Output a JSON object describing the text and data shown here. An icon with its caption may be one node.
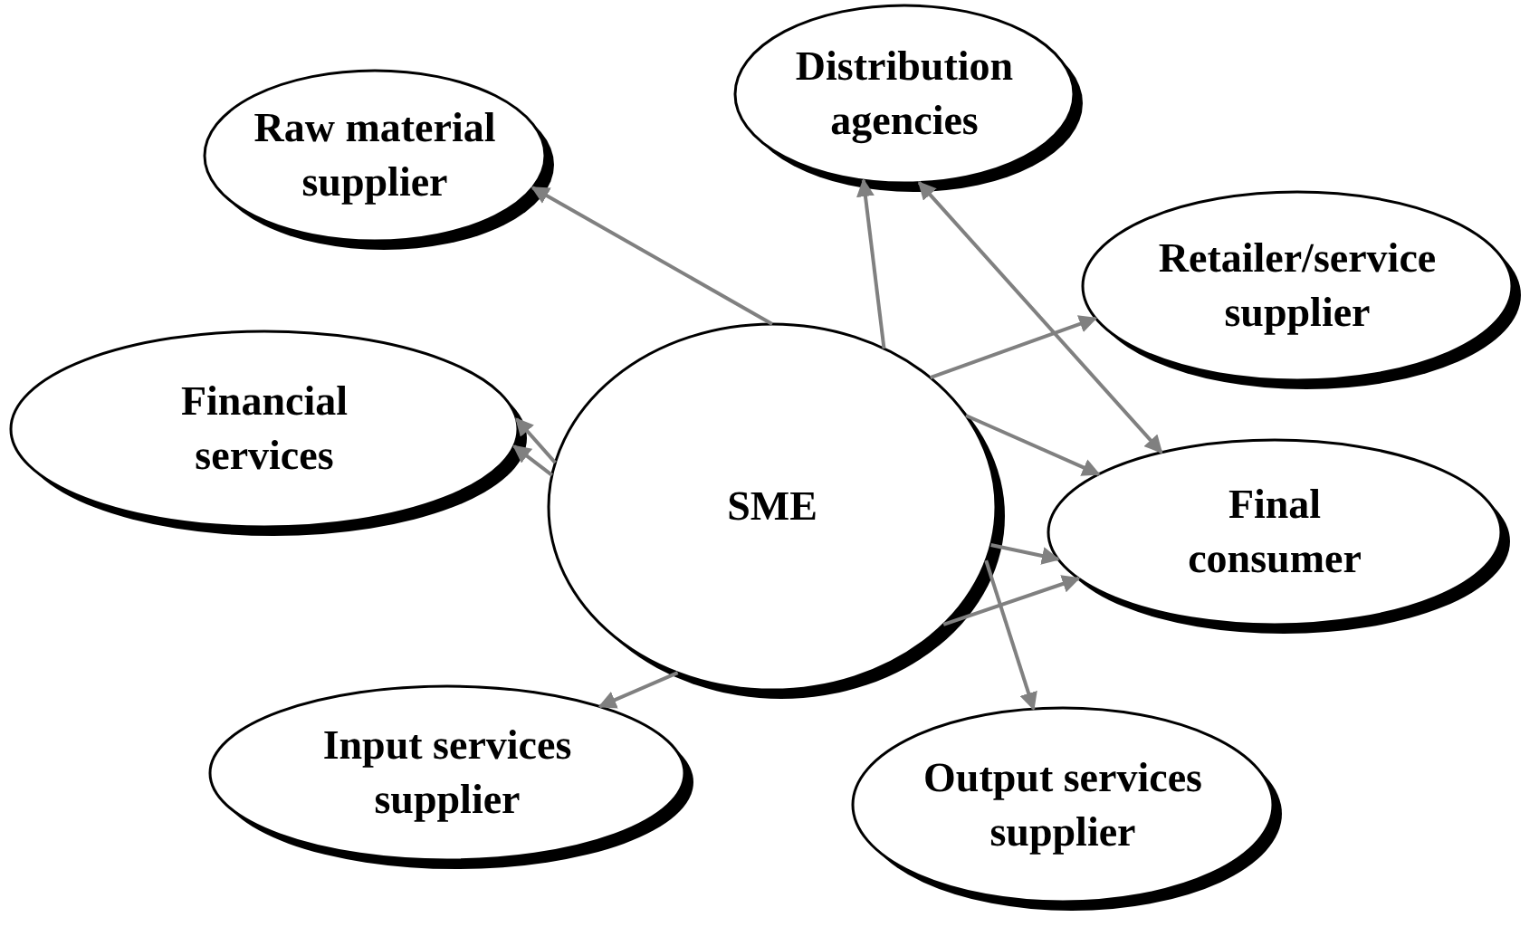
{
  "diagram": {
    "nodes": [
      {
        "text": [
          "Raw material supplier"
        ]
      },
      {
        "text": [
          "Distribution agencies"
        ]
      },
      {
        "text": [
          "Retailer/service supplier"
        ]
      },
      {
        "text": [
          "Financial services"
        ]
      },
      {
        "text": [
          "SME"
        ]
      },
      {
        "text": [
          "Final consumer"
        ]
      },
      {
        "text": [
          "Input services supplier"
        ]
      },
      {
        "text": [
          "Output services supplier"
        ]
      }
    ],
    "edges": [
      {
        "from": 4,
        "to": 0,
        "arrow": "to"
      },
      {
        "from": 4,
        "to": 1,
        "arrow": "to"
      },
      {
        "from": 1,
        "to": 5,
        "arrow": "both"
      },
      {
        "from": 4,
        "to": 2,
        "arrow": "to"
      },
      {
        "from": 4,
        "to": 3,
        "arrow": "to"
      },
      {
        "from": 4,
        "to": 3,
        "arrow": "to"
      },
      {
        "from": 4,
        "to": 5,
        "arrow": "to"
      },
      {
        "from": 4,
        "to": 5,
        "arrow": "to"
      },
      {
        "from": 4,
        "to": 5,
        "arrow": "to"
      },
      {
        "from": 4,
        "to": 7,
        "arrow": "to"
      },
      {
        "from": 4,
        "to": 6,
        "arrow": "to"
      }
    ]
  }
}
